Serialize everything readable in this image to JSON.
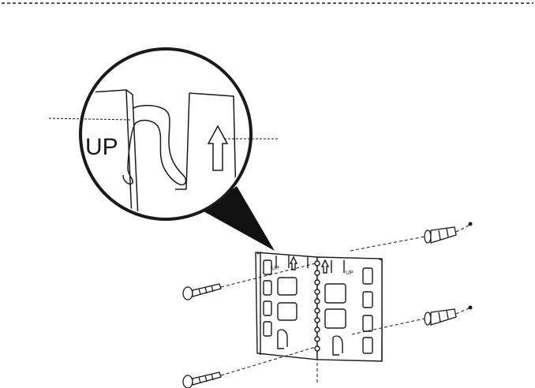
{
  "diagram": {
    "zoom_labels": {
      "up_text": "UP"
    },
    "bracket_labels": {
      "left_up": "UP",
      "right_up": "UP"
    },
    "colors": {
      "stroke": "#1a1a1a",
      "fill": "#ffffff",
      "callout": "#111111"
    }
  }
}
